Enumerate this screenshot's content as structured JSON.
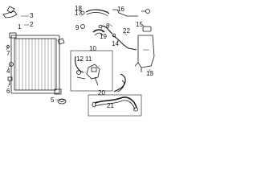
{
  "diagram": {
    "callouts": {
      "c1": "1",
      "c2": "2",
      "c3": "3",
      "c4": "4",
      "c5": "5",
      "c6": "6",
      "c7": "7",
      "c8": "8",
      "c9": "9",
      "c10": "10",
      "c11": "11",
      "c12": "12",
      "c13": "13",
      "c14": "14",
      "c15": "15",
      "c16": "16",
      "c17": "17",
      "c18": "18",
      "c19": "19",
      "c20": "20",
      "c21": "21",
      "c22": "22"
    },
    "line_color": "#1a1a1a",
    "background": "#ffffff"
  }
}
